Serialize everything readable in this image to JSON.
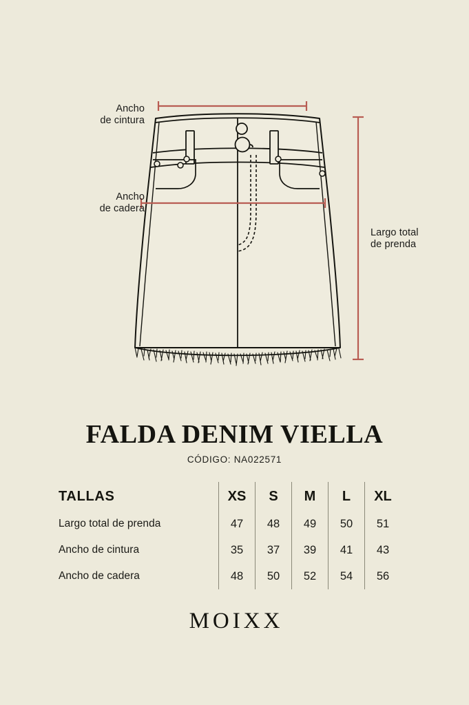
{
  "page": {
    "background_color": "#EDEADB",
    "ink_color": "#14140F",
    "measure_line_color": "#B85C52"
  },
  "diagram": {
    "garment": "denim-mini-skirt-technical-flat",
    "labels": {
      "waist": "Ancho\nde cintura",
      "hip": "Ancho\nde cadera",
      "length": "Largo total\nde prenda"
    }
  },
  "title": {
    "product_name": "FALDA DENIM VIELLA",
    "code": "CÓDIGO: NA022571"
  },
  "table": {
    "header_label": "TALLAS",
    "sizes": [
      "XS",
      "S",
      "M",
      "L",
      "XL"
    ],
    "rows": [
      {
        "label": "Largo total de prenda",
        "values": [
          "47",
          "48",
          "49",
          "50",
          "51"
        ]
      },
      {
        "label": "Ancho de cintura",
        "values": [
          "35",
          "37",
          "39",
          "41",
          "43"
        ]
      },
      {
        "label": "Ancho de cadera",
        "values": [
          "48",
          "50",
          "52",
          "54",
          "56"
        ]
      }
    ]
  },
  "brand": {
    "name": "MOIXX"
  }
}
